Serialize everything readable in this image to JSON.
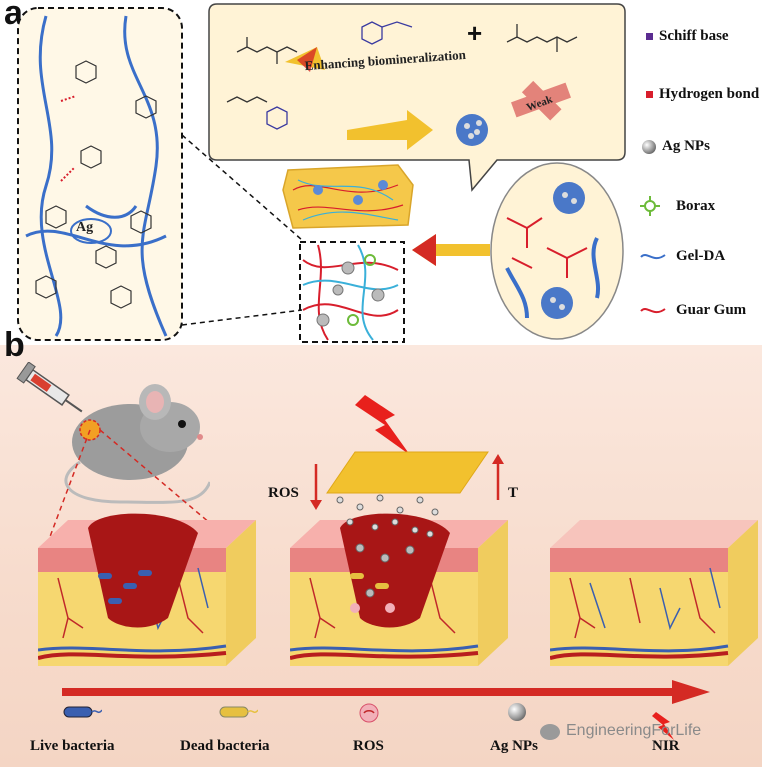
{
  "panel_a": {
    "label": "a",
    "ag_label": "Ag",
    "bubble_text": "Enhancing biomineralization",
    "weak_label": "Weak",
    "legend": [
      {
        "label": "Schiff base",
        "color": "#5b2c91"
      },
      {
        "label": "Hydrogen bond",
        "color": "#d81e2c"
      },
      {
        "label": "Ag NPs",
        "color": "#777777"
      },
      {
        "label": "Borax",
        "color": "#6dbb3a"
      },
      {
        "label": "Gel-DA",
        "color": "#3a6fc9"
      },
      {
        "label": "Guar Gum",
        "color": "#d81e2c"
      }
    ]
  },
  "panel_b": {
    "label": "b",
    "ros_label": "ROS",
    "t_label": "T",
    "bottom_legend": [
      {
        "label": "Live bacteria"
      },
      {
        "label": "Dead bacteria"
      },
      {
        "label": "ROS"
      },
      {
        "label": "Ag NPs"
      },
      {
        "label": "NIR"
      }
    ],
    "watermark": "EngineeringForLife"
  },
  "colors": {
    "panel_b_background": "#f7dccd",
    "arrow_red": "#d42a24",
    "gold": "#f2c12e",
    "gel_blue": "#3a6fc9",
    "guar_red": "#d81e2c"
  }
}
